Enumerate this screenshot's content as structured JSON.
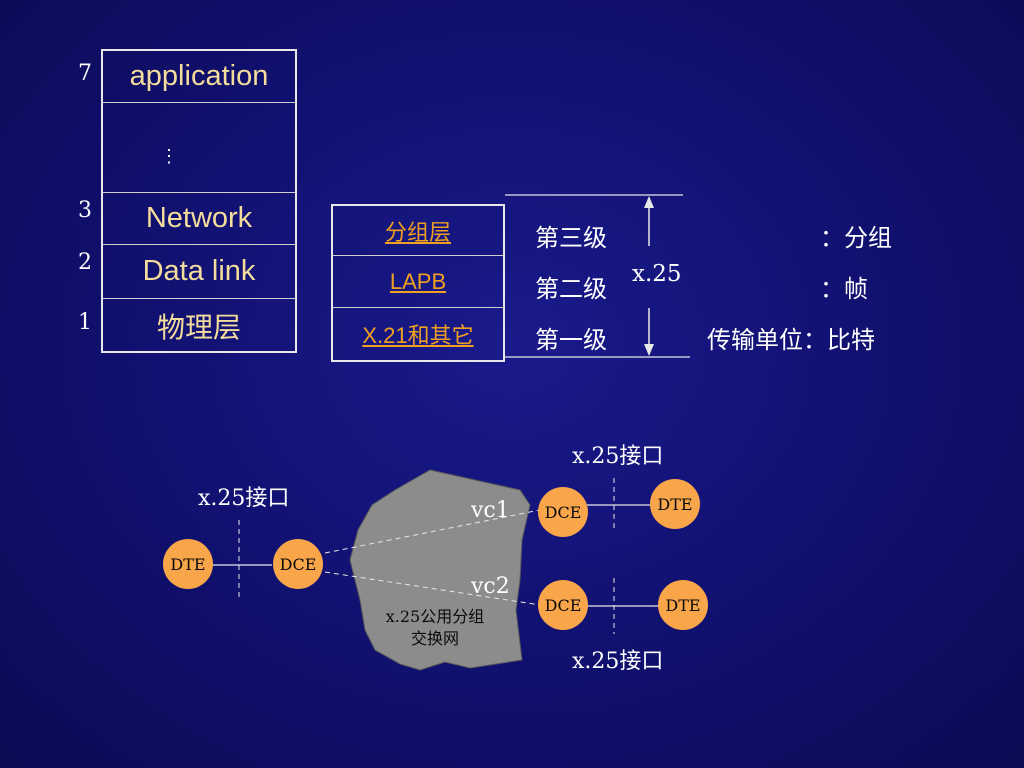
{
  "osi": {
    "layer_numbers": [
      "7",
      "3",
      "2",
      "1"
    ],
    "layers": [
      "application",
      "⋮",
      "Network",
      "Data link",
      "物理层"
    ]
  },
  "x25_stack": {
    "cells": [
      "分组层",
      "LAPB",
      "X.21和其它"
    ],
    "levels": [
      "第三级",
      "第二级",
      "第一级"
    ],
    "span_label": "x.25",
    "units": [
      "：分组",
      "：帧",
      "传输单位：比特"
    ],
    "link_color": "#f0a020"
  },
  "network": {
    "cloud_label_line1": "x.25公用分组",
    "cloud_label_line2": "交换网",
    "vc_labels": [
      "vc1",
      "vc2"
    ],
    "interface_labels": [
      "x.25接口",
      "x.25接口",
      "x.25接口"
    ],
    "nodes": [
      "DTE",
      "DCE",
      "DCE",
      "DTE",
      "DCE",
      "DTE"
    ],
    "node_color": "#f9a64a",
    "cloud_color": "#8c8c8c"
  }
}
